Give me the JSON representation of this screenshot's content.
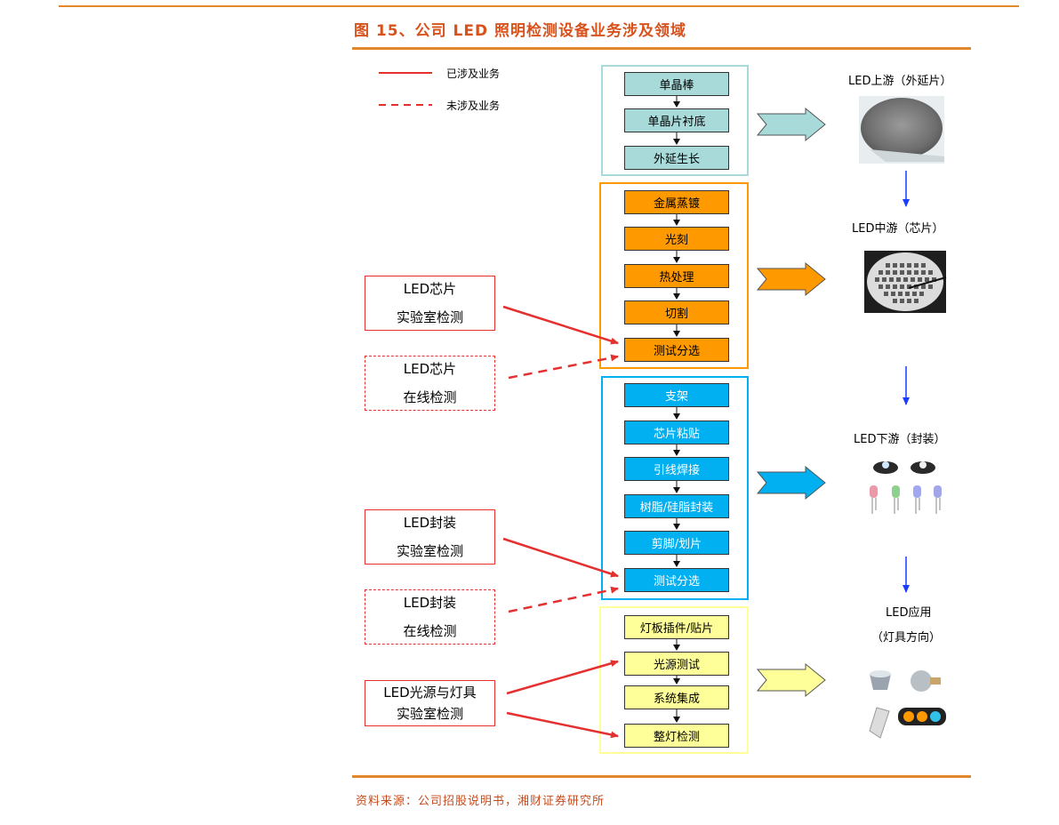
{
  "figure": {
    "title": "图 15、公司 LED 照明检测设备业务涉及领域",
    "source": "资料来源：公司招股说明书，湘财证券研究所"
  },
  "legend": {
    "involved": "已涉及业务",
    "not_involved": "未涉及业务"
  },
  "groups": {
    "upstream": {
      "color": "#a8dada",
      "steps": [
        "单晶棒",
        "单晶片衬底",
        "外延生长"
      ]
    },
    "midstream": {
      "color": "#ff9900",
      "steps": [
        "金属蒸镀",
        "光刻",
        "热处理",
        "切割",
        "测试分选"
      ]
    },
    "downstream": {
      "color": "#00b0f0",
      "steps": [
        "支架",
        "芯片粘贴",
        "引线焊接",
        "树脂/硅脂封装",
        "剪脚/划片",
        "测试分选"
      ]
    },
    "application": {
      "color": "#ffff99",
      "steps": [
        "灯板插件/贴片",
        "光源测试",
        "系统集成",
        "整灯检测"
      ]
    }
  },
  "inspections": [
    {
      "line1": "LED芯片",
      "line2": "实验室检测",
      "style": "solid"
    },
    {
      "line1": "LED芯片",
      "line2": "在线检测",
      "style": "dashed"
    },
    {
      "line1": "LED封装",
      "line2": "实验室检测",
      "style": "solid"
    },
    {
      "line1": "LED封装",
      "line2": "在线检测",
      "style": "dashed"
    },
    {
      "line1": "LED光源与灯具",
      "line2": "实验室检测",
      "style": "solid"
    }
  ],
  "stages": {
    "upstream": "LED上游（外延片）",
    "midstream": "LED中游（芯片）",
    "downstream": "LED下游（封装）",
    "application_line1": "LED应用",
    "application_line2": "（灯具方向）"
  },
  "colors": {
    "accent": "#e0882a",
    "title": "#d8521c",
    "inspection_red": "#e53030",
    "flow_blue": "#1a3cff"
  }
}
